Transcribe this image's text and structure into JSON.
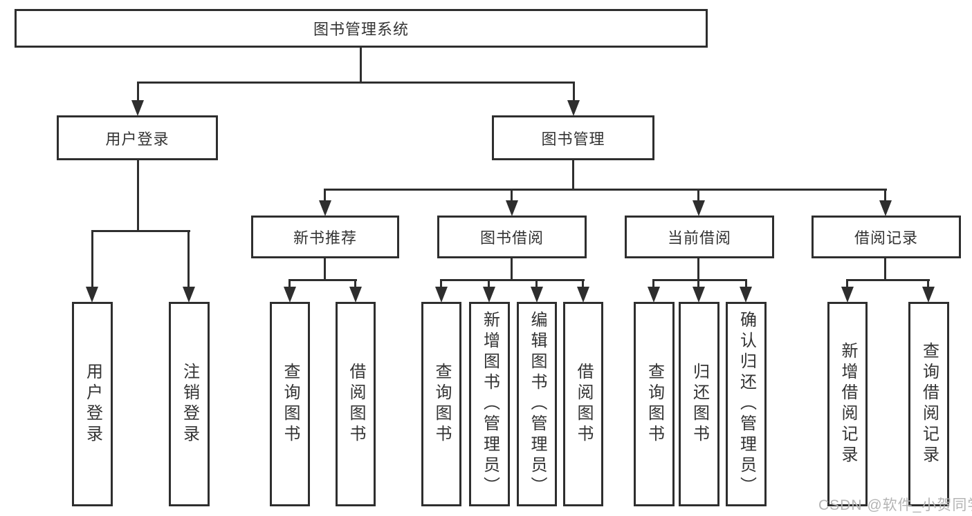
{
  "diagram": {
    "root": "图书管理系统",
    "level2": {
      "user_login": "用户登录",
      "book_mgmt": "图书管理"
    },
    "level3": {
      "new_book": "新书推荐",
      "book_borrow": "图书借阅",
      "current_borrow": "当前借阅",
      "borrow_record": "借阅记录"
    },
    "leaves": {
      "user_login_1": "用户登录",
      "user_login_2": "注销登录",
      "new_book_1": "查询图书",
      "new_book_2": "借阅图书",
      "book_borrow_1": "查询图书",
      "book_borrow_2": "新增图书（管理员）",
      "book_borrow_3": "编辑图书（管理员）",
      "book_borrow_4": "借阅图书",
      "current_borrow_1": "查询图书",
      "current_borrow_2": "归还图书",
      "current_borrow_3": "确认归还（管理员）",
      "borrow_record_1": "新增借阅记录",
      "borrow_record_2": "查询借阅记录"
    }
  },
  "watermark": "CSDN @软件_小贺同学",
  "colors": {
    "line": "#2e2e2e",
    "text": "#333333",
    "watermark": "#b4b4b4",
    "background": "#ffffff"
  }
}
